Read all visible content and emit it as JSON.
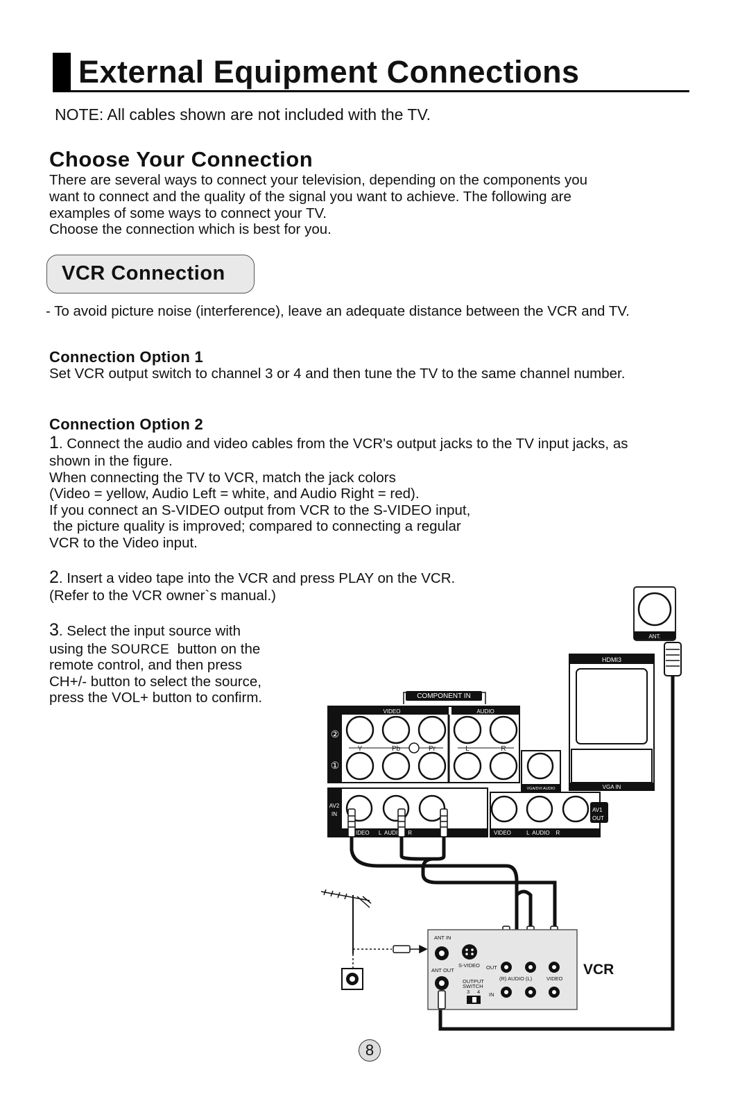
{
  "header": {
    "title": "External Equipment Connections"
  },
  "note": "NOTE: All cables shown are not included with the TV.",
  "choose": {
    "heading": "Choose Your Connection",
    "lines": [
      "There are several ways to connect your television, depending on the components you",
      "want to connect and the quality of the signal you want to achieve. The following are",
      "examples of some ways to connect your TV.",
      "Choose the connection which is best for you."
    ]
  },
  "vcr": {
    "heading": "VCR Connection",
    "avoid": "- To avoid picture noise (interference), leave an adequate distance between the VCR and TV."
  },
  "option1": {
    "heading": "Connection Option 1",
    "text": "Set VCR output switch to channel 3 or 4 and then tune the TV to the same channel number."
  },
  "option2": {
    "heading": "Connection Option 2",
    "step1_num": "1",
    "step1_lines": [
      ". Connect the audio and video cables from the VCR's output jacks to the TV input jacks, as",
      "shown in the figure.",
      "When connecting the TV to VCR, match the jack colors",
      "(Video = yellow, Audio Left = white, and Audio Right = red).",
      "If you connect an S-VIDEO output from VCR to the S-VIDEO input,",
      " the picture quality is improved; compared to connecting a regular",
      "VCR to the Video input."
    ],
    "step2_num": "2",
    "step2_lines": [
      ". Insert a video tape into the VCR and press PLAY on the VCR.",
      "(Refer to the VCR owner`s manual.)"
    ],
    "step3_num": "3",
    "step3_line1": ". Select the input source with",
    "step3_line2a": "using the ",
    "step3_source": "SOURCE",
    "step3_line2b": "  button on the",
    "step3_lines_rest": [
      "remote control, and then press",
      "CH+/- button to select the source,",
      "press the VOL+ button to confirm."
    ]
  },
  "diagram": {
    "ant": "ANT.",
    "hdmi": "HDMI3",
    "component_in": "COMPONENT IN",
    "video": "VIDEO",
    "audio": "AUDIO",
    "circled2": "②",
    "circled1": "①",
    "y": "Y",
    "pb": "Pb",
    "pr": "Pr",
    "l": "L",
    "r": "R",
    "vga_dvi_audio": "VGA/DVI AUDIO",
    "vga_in": "VGA IN",
    "av2": "AV2",
    "in": "IN",
    "av2_bottom": "IDEO      L  AUDIO    R",
    "av1_bottom": "VIDEO          L  AUDIO    R",
    "av1": "AV1",
    "out": "OUT",
    "vcr": {
      "ant_in": "ANT IN",
      "s_video": "S-VIDEO",
      "out": "OUT",
      "ant_out": "ANT OUT",
      "r_audio_l": "(R) AUDIO (L)",
      "video": "VIDEO",
      "output": "OUTPUT",
      "switch": "SWITCH",
      "three": "3",
      "four": "4",
      "in": "IN",
      "label": "VCR"
    }
  },
  "page_number": "8"
}
